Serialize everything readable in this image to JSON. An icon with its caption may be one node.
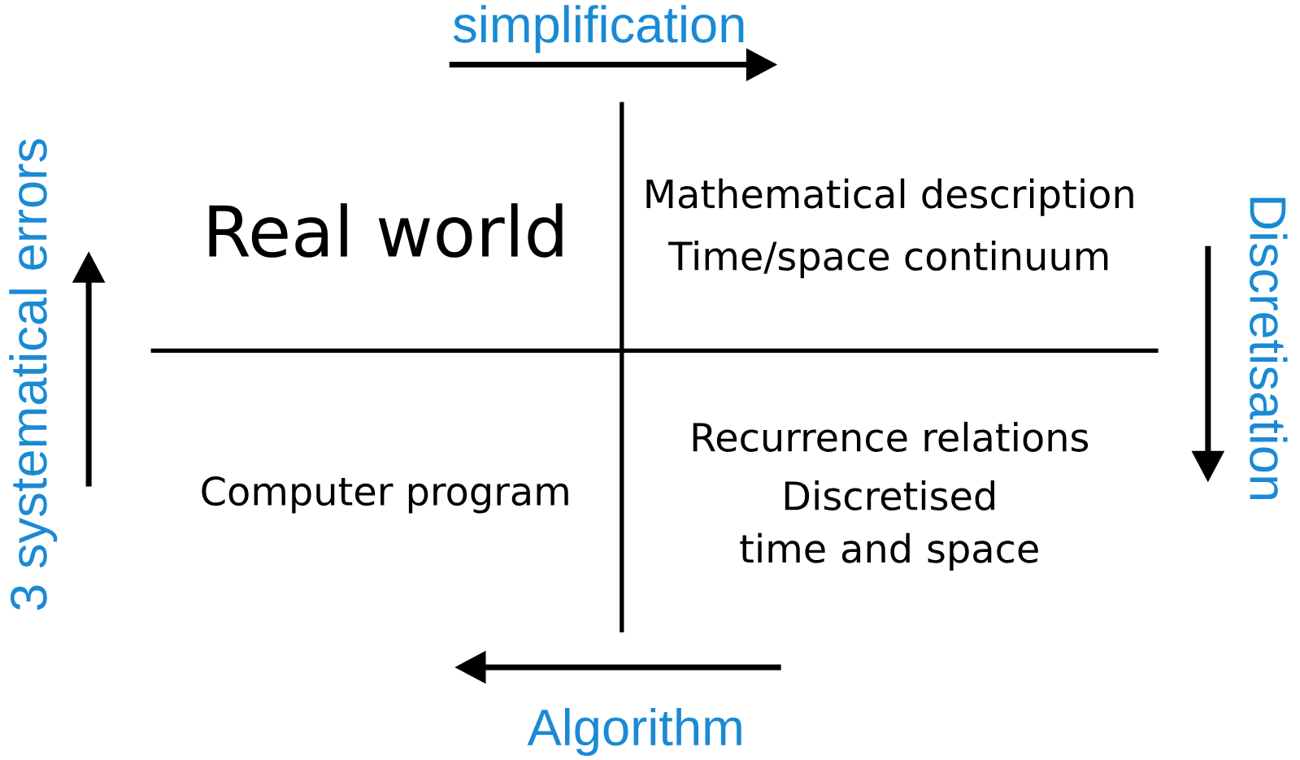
{
  "diagram": {
    "labels": [
      "simplification",
      "3 systematical errors",
      "Real world",
      "Mathematical description",
      "Time/space continuum",
      "Discretisation",
      "Computer program",
      "Recurrence relations",
      "Discretised time and space",
      "Algorithm"
    ]
  }
}
